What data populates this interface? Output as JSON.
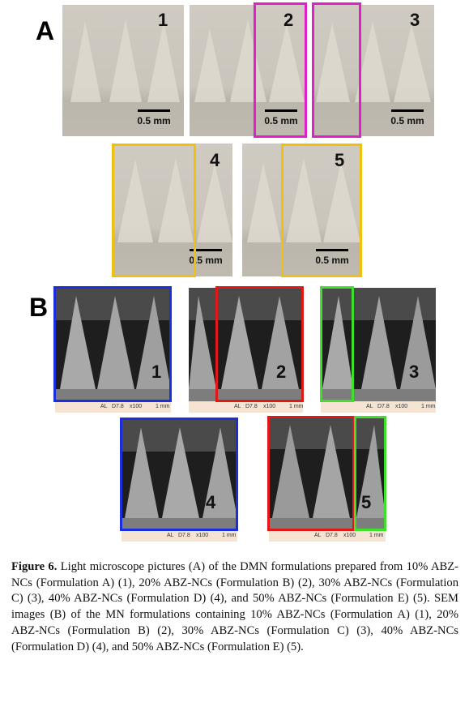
{
  "panels": {
    "A": {
      "letter": "A",
      "images": [
        {
          "number": "1",
          "scale_label": "0.5 mm"
        },
        {
          "number": "2",
          "scale_label": "0.5 mm"
        },
        {
          "number": "3",
          "scale_label": "0.5 mm"
        },
        {
          "number": "4",
          "scale_label": "0.5 mm"
        },
        {
          "number": "5",
          "scale_label": "0.5 mm"
        }
      ]
    },
    "B": {
      "letter": "B",
      "images": [
        {
          "number": "1",
          "strip": {
            "al": "AL",
            "d": "D7.8",
            "mag": "x100",
            "scale": "1 mm"
          }
        },
        {
          "number": "2",
          "strip": {
            "al": "AL",
            "d": "D7.8",
            "mag": "x100",
            "scale": "1 mm"
          }
        },
        {
          "number": "3",
          "strip": {
            "al": "AL",
            "d": "D7.8",
            "mag": "x100",
            "scale": "1 mm"
          }
        },
        {
          "number": "4",
          "strip": {
            "al": "AL",
            "d": "D7.8",
            "mag": "x100",
            "scale": "1 mm"
          }
        },
        {
          "number": "5",
          "strip": {
            "al": "AL",
            "d": "D7.8",
            "mag": "x100",
            "scale": "1 mm"
          }
        }
      ]
    }
  },
  "colors": {
    "magenta": "#e020c8",
    "yellow": "#f0c010",
    "blue": "#1a2ee0",
    "red": "#e01818",
    "green": "#3ee02a"
  },
  "caption": {
    "label": "Figure 6.",
    "text": " Light microscope pictures (A) of the DMN formulations prepared from 10% ABZ-NCs (Formulation A) (1), 20% ABZ-NCs (Formulation B) (2), 30% ABZ-NCs (Formulation C) (3), 40% ABZ-NCs (Formulation D) (4), and 50% ABZ-NCs (Formulation E) (5). SEM images (B) of the MN formulations containing 10% ABZ-NCs (Formulation A) (1), 20% ABZ-NCs (Formulation B) (2), 30% ABZ-NCs (Formulation C) (3), 40% ABZ-NCs (Formulation D) (4), and 50% ABZ-NCs (Formulation E) (5)."
  }
}
